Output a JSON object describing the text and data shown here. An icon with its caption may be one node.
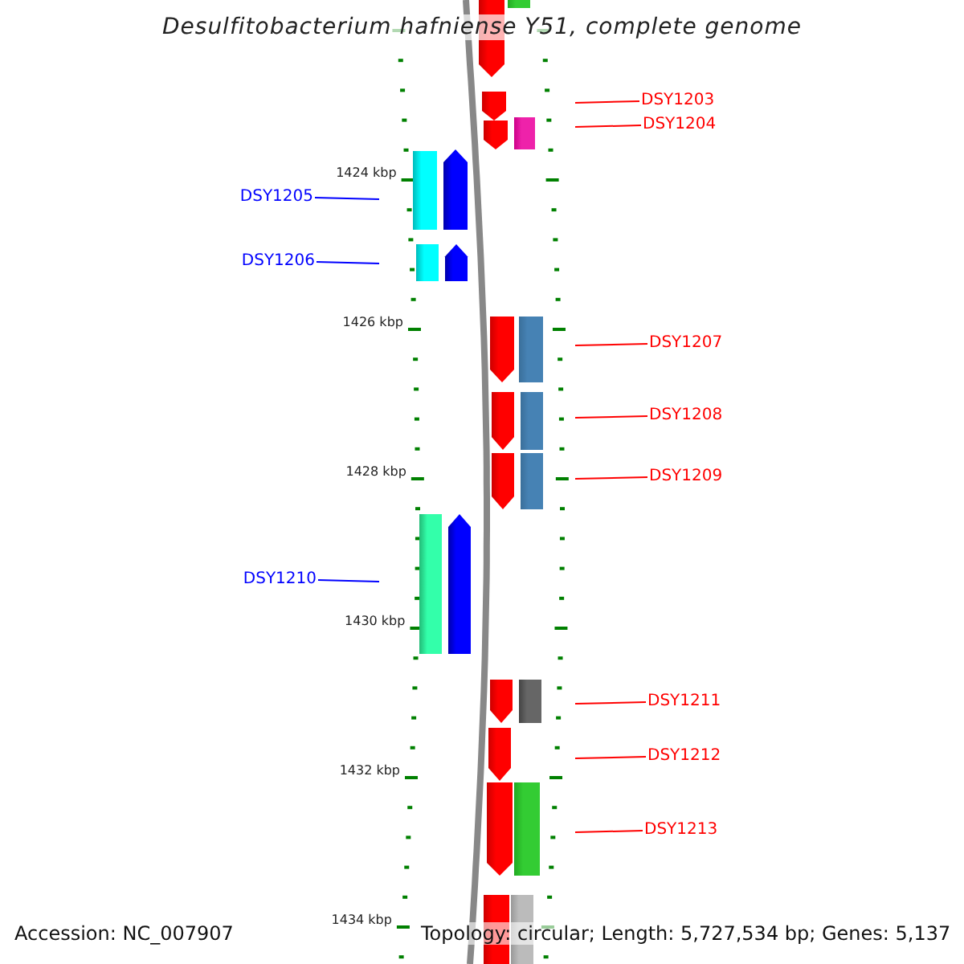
{
  "diagram": {
    "title": "Desulfitobacterium hafniense Y51, complete genome",
    "nodes": [
      {
        "text": [
          "DSY1203"
        ]
      },
      {
        "text": [
          "DSY1204"
        ]
      },
      {
        "text": [
          "DSY1205"
        ]
      },
      {
        "text": [
          "DSY1206"
        ]
      },
      {
        "text": [
          "DSY1207"
        ]
      },
      {
        "text": [
          "DSY1208"
        ]
      },
      {
        "text": [
          "DSY1209"
        ]
      },
      {
        "text": [
          "DSY1210"
        ]
      },
      {
        "text": [
          "DSY1211"
        ]
      },
      {
        "text": [
          "DSY1212"
        ]
      },
      {
        "text": [
          "DSY1213"
        ]
      }
    ],
    "edges": [
      {
        "from": 0,
        "to": null,
        "arrow": "none"
      },
      {
        "from": 1,
        "to": null,
        "arrow": "none"
      },
      {
        "from": 2,
        "to": null,
        "arrow": "none",
        "color": "#0000ff"
      },
      {
        "from": 3,
        "to": null,
        "arrow": "none",
        "color": "#0000ff"
      },
      {
        "from": 4,
        "to": null,
        "arrow": "none"
      },
      {
        "from": 5,
        "to": null,
        "arrow": "none"
      },
      {
        "from": 6,
        "to": null,
        "arrow": "none"
      },
      {
        "from": 7,
        "to": null,
        "arrow": "none",
        "color": "#0000ff"
      },
      {
        "from": 8,
        "to": null,
        "arrow": "none"
      },
      {
        "from": 9,
        "to": null,
        "arrow": "none"
      },
      {
        "from": 10,
        "to": null,
        "arrow": "none"
      }
    ],
    "labels": [
      "1424 kbp",
      "1426 kbp",
      "1428 kbp",
      "1430 kbp",
      "1432 kbp",
      "1434 kbp",
      "Accession: NC_007907",
      "Topology: circular; Length: 5,727,534 bp; Genes: 5,137"
    ]
  }
}
